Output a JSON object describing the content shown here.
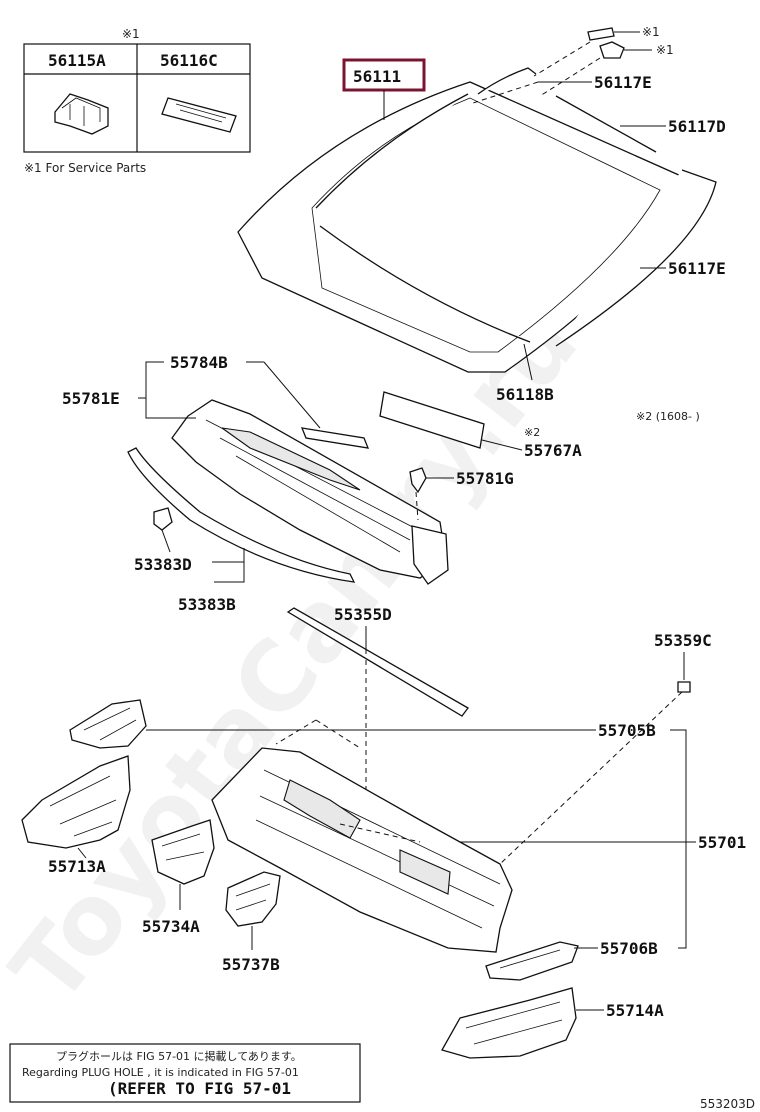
{
  "service_box": {
    "mark": "※1",
    "col1": "56115A",
    "col2": "56116C",
    "note": "※1 For Service Parts"
  },
  "callouts": {
    "p56111": "56111",
    "p56117E_top": "56117E",
    "p56117D": "56117D",
    "p56117E_right": "56117E",
    "p56118B": "56118B",
    "p55784B": "55784B",
    "p55781E": "55781E",
    "p55767A": "55767A",
    "p55781G": "55781G",
    "p53383D": "53383D",
    "p53383B": "53383B",
    "p55355D": "55355D",
    "p55359C": "55359C",
    "p55705B": "55705B",
    "p55701": "55701",
    "p55713A": "55713A",
    "p55734A": "55734A",
    "p55737B": "55737B",
    "p55706B": "55706B",
    "p55714A": "55714A"
  },
  "marks": {
    "clip_mark_a": "※1",
    "clip_mark_b": "※1",
    "mark2": "※2",
    "date_range": "※2 (1608-    )"
  },
  "footer_box": {
    "line1": "プラグホールは FIG 57-01 に掲載してあります。",
    "line2": "Regarding  PLUG  HOLE , it is indicated in FIG  57-01",
    "line3": "(REFER TO FIG 57-01"
  },
  "figure_id": "553203D",
  "watermark": "ToyotaCamry.ru"
}
